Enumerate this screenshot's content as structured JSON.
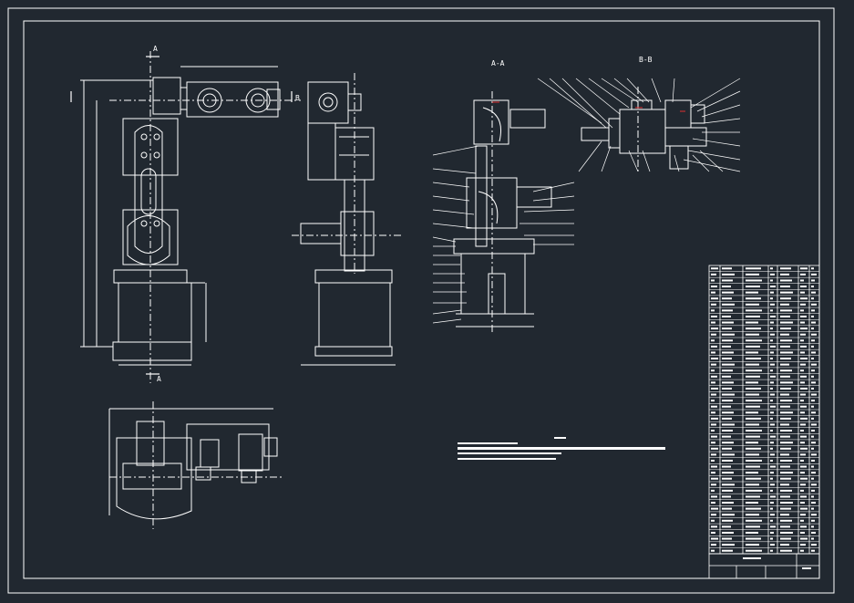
{
  "drawing": {
    "background": "#212830",
    "line_color": "#ffffff",
    "accent_color": "#e03030"
  },
  "section_labels": {
    "view_aa": "A-A",
    "view_bb": "B-B",
    "view_a_top": "A",
    "view_a_bottom": "A",
    "view_b_mark": "B"
  },
  "parts_table": {
    "rows": 48,
    "columns": 7
  },
  "title_block": {
    "present": true
  }
}
